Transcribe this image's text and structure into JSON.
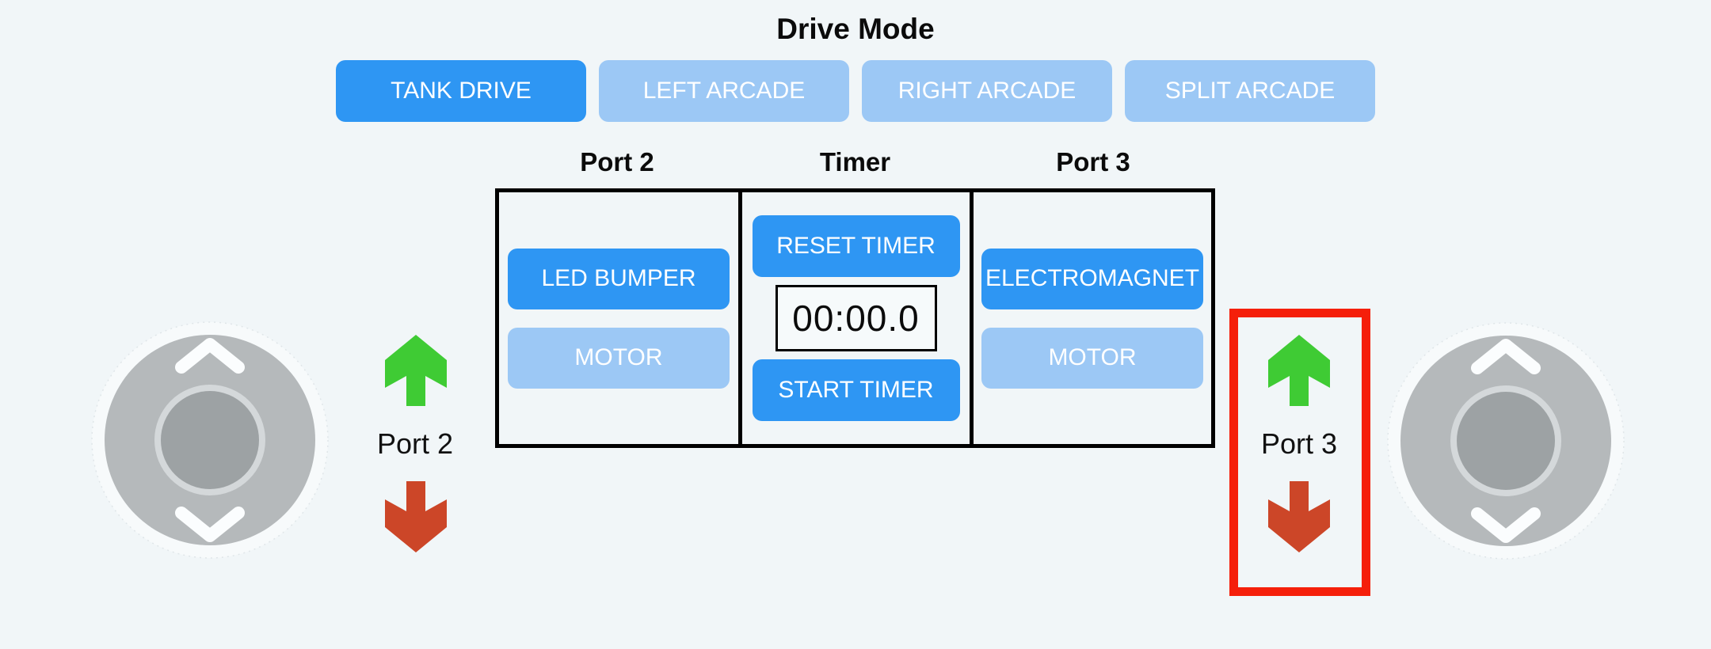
{
  "colors": {
    "bg": "#f1f6f8",
    "accent-blue": "#2e96f3",
    "light-blue": "#9cc8f5",
    "green": "#3fcb34",
    "red-arrow": "#cc4628",
    "red-box": "#f51f0a",
    "joy-gray": "#b5b9bb",
    "joy-knob": "#9da2a4",
    "joy-ring": "#d4d8da",
    "joy-outer": "#f7fafb",
    "display-bg": "#f6fafb"
  },
  "header": {
    "title": "Drive Mode"
  },
  "drive_modes": [
    {
      "label": "TANK DRIVE",
      "active": true
    },
    {
      "label": "LEFT ARCADE",
      "active": false
    },
    {
      "label": "RIGHT ARCADE",
      "active": false
    },
    {
      "label": "SPLIT ARCADE",
      "active": false
    }
  ],
  "panel": {
    "columns": [
      {
        "header": "Port 2",
        "buttons": [
          {
            "label": "LED BUMPER",
            "active": true
          },
          {
            "label": "MOTOR",
            "active": false
          }
        ]
      },
      {
        "header": "Timer",
        "reset_label": "RESET TIMER",
        "display": "00:00.0",
        "start_label": "START TIMER"
      },
      {
        "header": "Port 3",
        "buttons": [
          {
            "label": "ELECTROMAGNET",
            "active": true
          },
          {
            "label": "MOTOR",
            "active": false
          }
        ]
      }
    ]
  },
  "indicators": {
    "left": {
      "label": "Port 2",
      "up_icon": "green-up-arrow",
      "down_icon": "red-down-arrow",
      "highlighted": false
    },
    "right": {
      "label": "Port 3",
      "up_icon": "green-up-arrow",
      "down_icon": "red-down-arrow",
      "highlighted": true
    }
  }
}
